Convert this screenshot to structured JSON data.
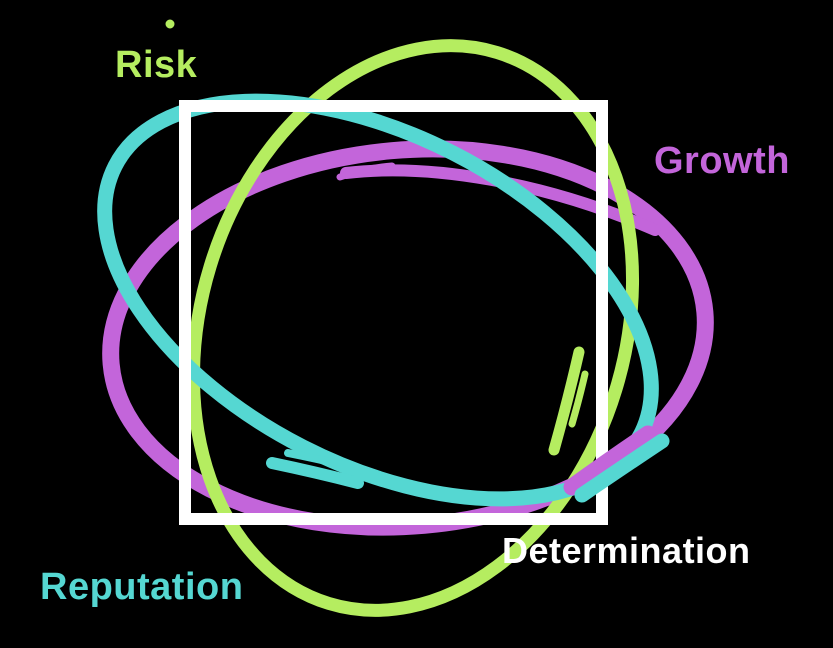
{
  "diagram": {
    "labels": {
      "risk": "Risk",
      "growth": "Growth",
      "determination": "Determination",
      "reputation": "Reputation"
    },
    "colors": {
      "background": "#000000",
      "green": "#b5ed60",
      "purple": "#c365da",
      "cyan": "#55d7d2",
      "white": "#ffffff"
    }
  }
}
